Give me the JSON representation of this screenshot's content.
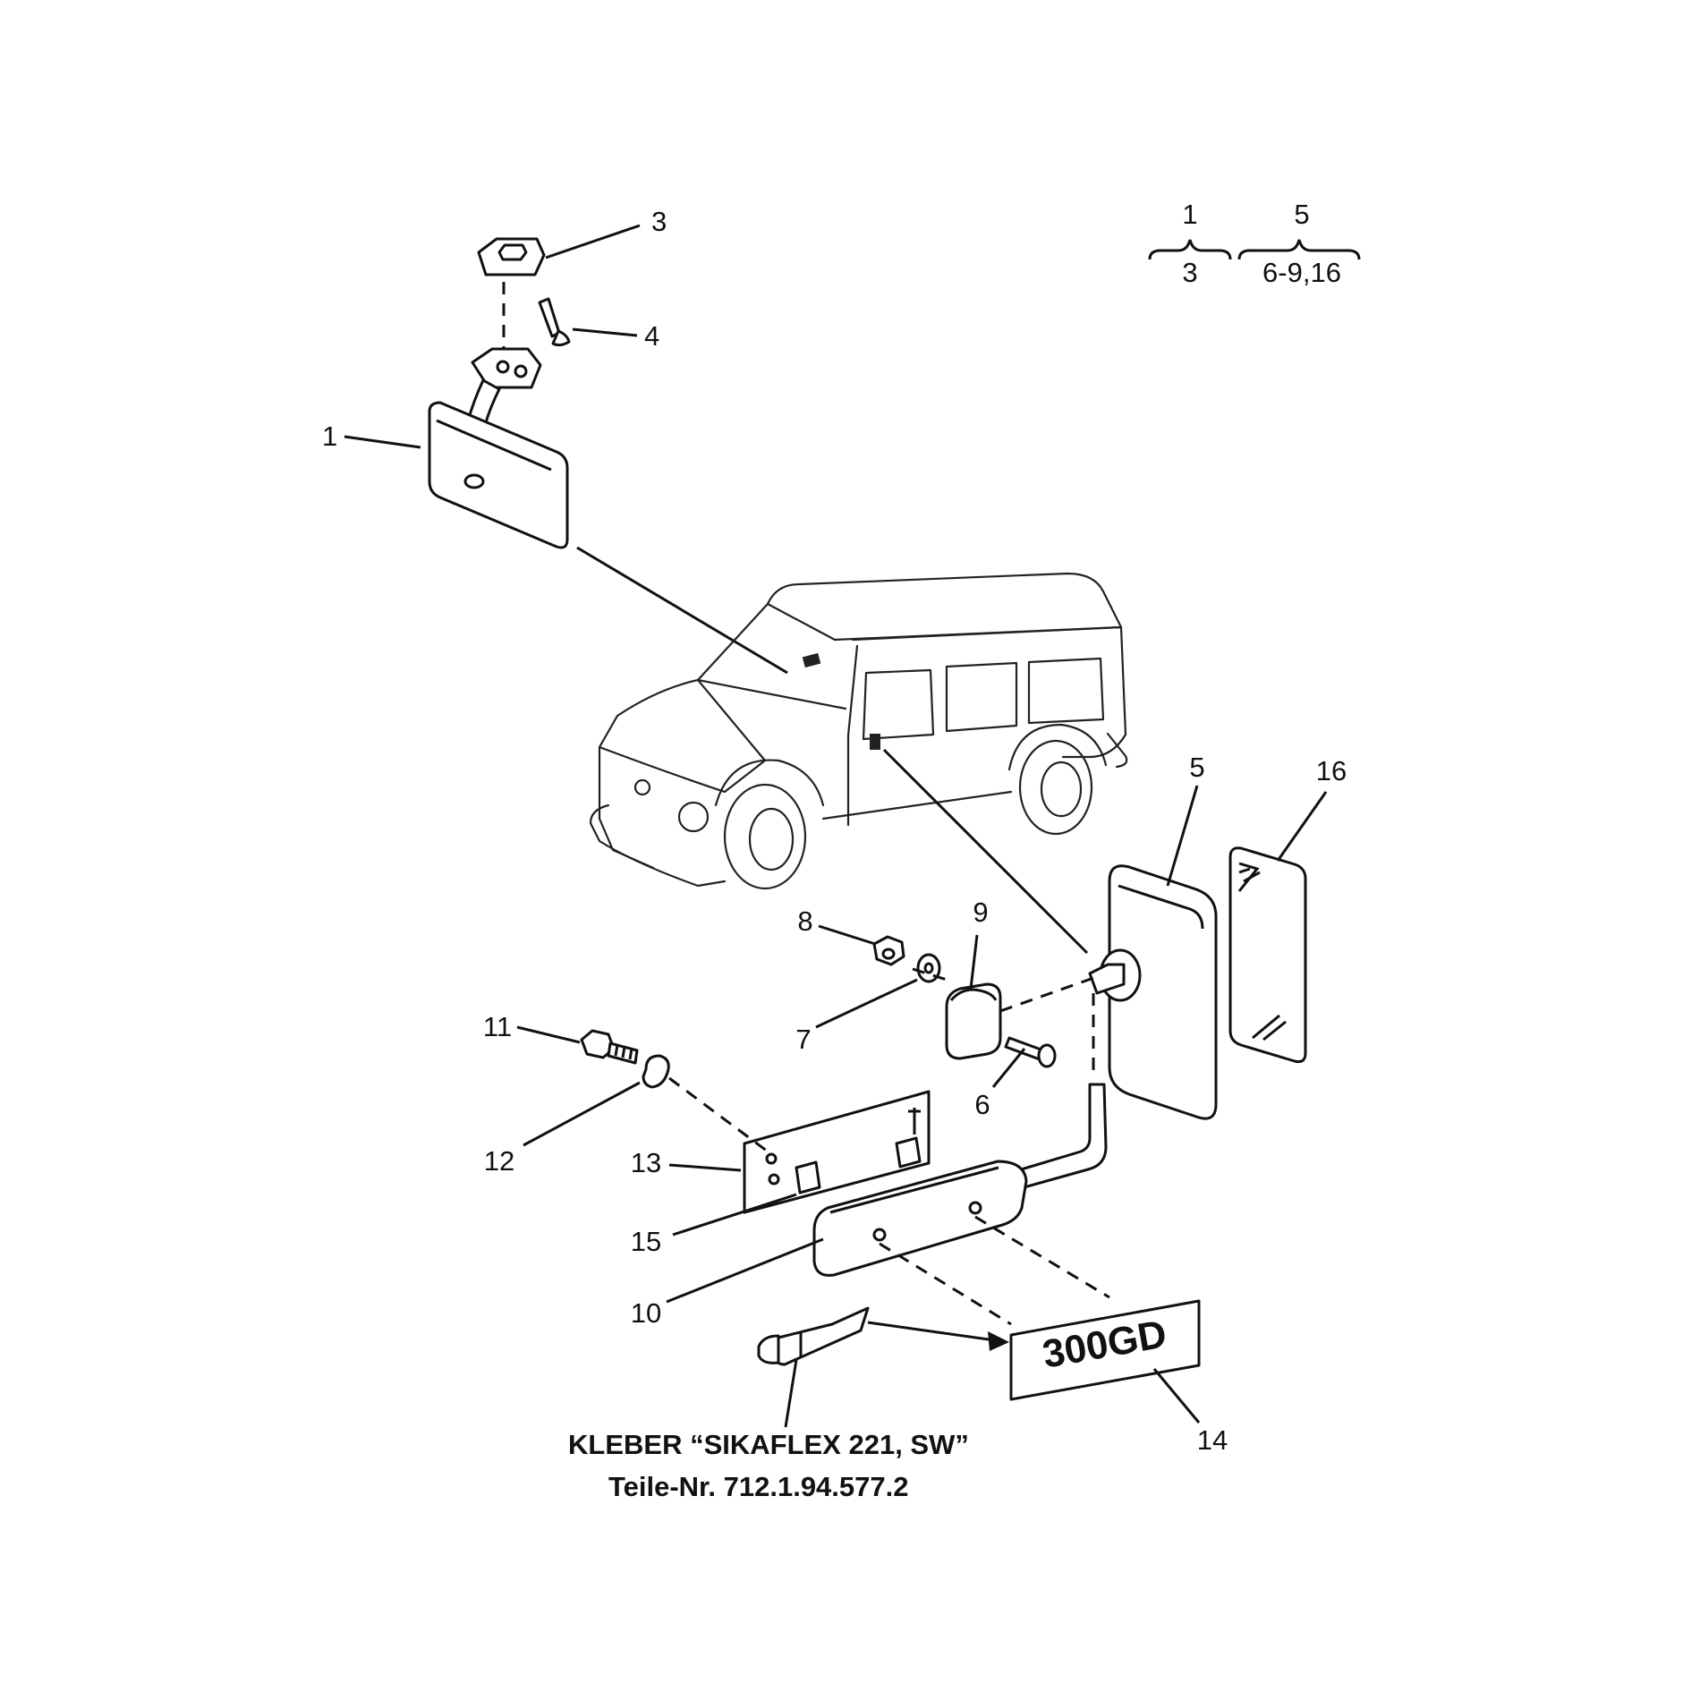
{
  "callouts": {
    "c1": "1",
    "c3": "3",
    "c4": "4",
    "c5": "5",
    "c6": "6",
    "c7": "7",
    "c8": "8",
    "c9": "9",
    "c10": "10",
    "c11": "11",
    "c12": "12",
    "c13": "13",
    "c14": "14",
    "c15": "15",
    "c16": "16"
  },
  "legend": {
    "group_a_top": "1",
    "group_a_bottom": "3",
    "group_b_top": "5",
    "group_b_bottom": "6-9,16"
  },
  "plate_label": "300GD",
  "adhesive_note": {
    "line1": "KLEBER “SIKAFLEX 221, SW”",
    "line2": "Teile-Nr. 712.1.94.577.2"
  }
}
